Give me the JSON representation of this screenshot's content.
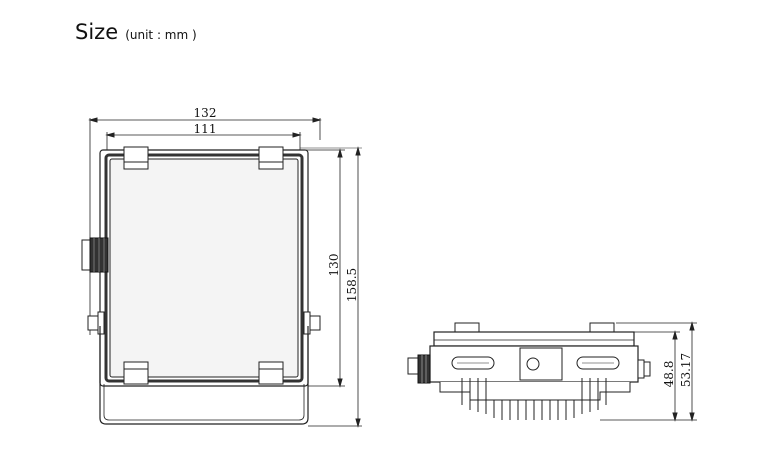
{
  "header": {
    "title": "Size",
    "unit": "(unit : mm )"
  },
  "front_view": {
    "width_outer": "132",
    "width_inner": "111",
    "height_inner": "130",
    "height_outer": "158.5"
  },
  "side_view": {
    "depth_inner": "48.8",
    "depth_outer": "53.17"
  },
  "colors": {
    "line": "#222222",
    "panel_fill": "#f4f4f4",
    "dark_part": "#333333"
  }
}
